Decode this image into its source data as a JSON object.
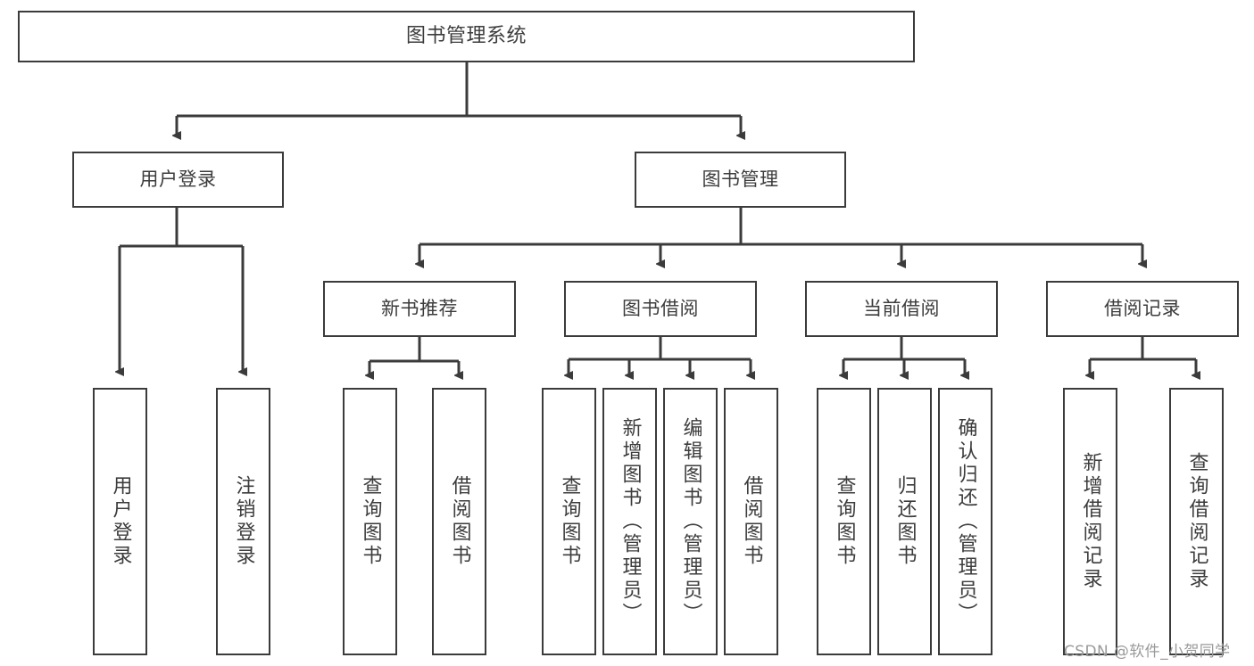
{
  "diagram": {
    "title_box": {
      "label": "图书管理系统"
    },
    "level2": [
      {
        "id": "user-login",
        "label": "用户登录"
      },
      {
        "id": "book-management",
        "label": "图书管理"
      }
    ],
    "level3": [
      {
        "id": "new-book-recommend",
        "label": "新书推荐"
      },
      {
        "id": "book-borrow",
        "label": "图书借阅"
      },
      {
        "id": "current-borrow",
        "label": "当前借阅"
      },
      {
        "id": "borrow-record",
        "label": "借阅记录"
      }
    ],
    "leaves": [
      {
        "id": "leaf-user-login",
        "label": "用户登录"
      },
      {
        "id": "leaf-logout",
        "label": "注销登录"
      },
      {
        "id": "leaf-query-book-1",
        "label": "查询图书"
      },
      {
        "id": "leaf-borrow-book-1",
        "label": "借阅图书"
      },
      {
        "id": "leaf-query-book-2",
        "label": "查询图书"
      },
      {
        "id": "leaf-add-book-admin",
        "label": "新增图书（管理员）"
      },
      {
        "id": "leaf-edit-book-admin",
        "label": "编辑图书（管理员）"
      },
      {
        "id": "leaf-borrow-book-2",
        "label": "借阅图书"
      },
      {
        "id": "leaf-query-book-3",
        "label": "查询图书"
      },
      {
        "id": "leaf-return-book",
        "label": "归还图书"
      },
      {
        "id": "leaf-confirm-return-admin",
        "label": "确认归还（管理员）"
      },
      {
        "id": "leaf-add-borrow-record",
        "label": "新增借阅记录"
      },
      {
        "id": "leaf-query-borrow-record",
        "label": "查询借阅记录"
      }
    ],
    "watermark": "CSDN @软件_小贺同学",
    "colors": {
      "stroke": "#3b3b3b",
      "text": "#3c3c3c",
      "background": "#ffffff",
      "watermark": "#9a9a9a"
    }
  }
}
